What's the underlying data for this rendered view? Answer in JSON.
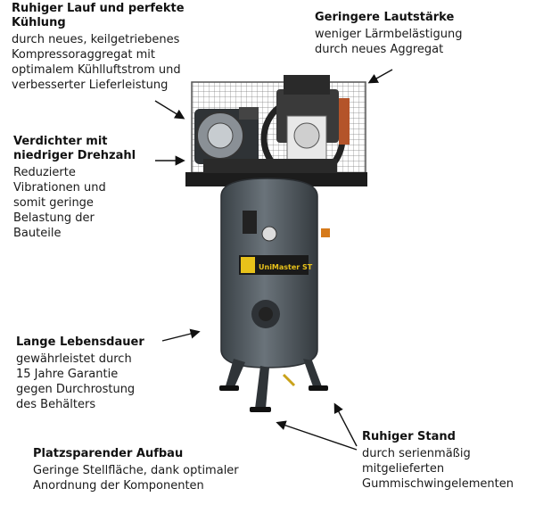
{
  "callouts": {
    "kuehlung": {
      "heading": "Ruhiger Lauf und perfekte\nKühlung",
      "text": "durch neues, keilgetriebenes\nKompressoraggregat mit\noptimalem Kühlluftstrom und\nverbesserter Lieferleistung"
    },
    "lautstaerke": {
      "heading": "Geringere Lautstärke",
      "text": "weniger Lärmbelästigung\ndurch neues Aggregat"
    },
    "drehzahl": {
      "heading": "Verdichter mit\nniedriger Drehzahl",
      "text": "Reduzierte\nVibrationen und\nsomit geringe\nBelastung der\nBauteile"
    },
    "lebensdauer": {
      "heading": "Lange Lebensdauer",
      "text": "gewährleistet durch\n15 Jahre Garantie\ngegen Durchrostung\ndes Behälters"
    },
    "aufbau": {
      "heading": "Platzsparender Aufbau",
      "text": "Geringe Stellfläche, dank optimaler\nAnordnung der Komponenten"
    },
    "stand": {
      "heading": "Ruhiger Stand",
      "text": "durch serienmäßig\nmitgelieferten\nGummischwingelementen"
    }
  },
  "product": {
    "label_text": "UniMaster ST"
  },
  "colors": {
    "tank": "#4e565c",
    "frame": "#1c1c1c",
    "label_yellow": "#e8c21a",
    "arrow": "#111111"
  }
}
